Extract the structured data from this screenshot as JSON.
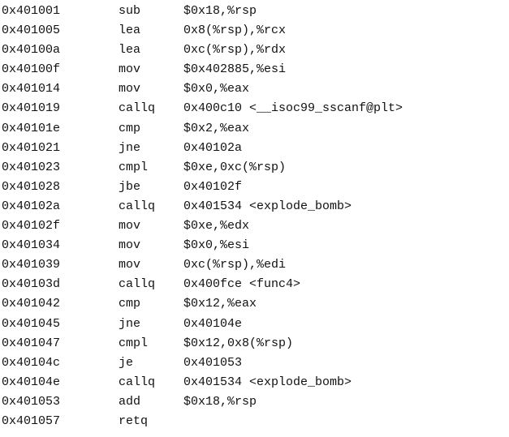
{
  "listing": {
    "rows": [
      {
        "address": "0x401001",
        "mnemonic": "sub",
        "operands": "$0x18,%rsp"
      },
      {
        "address": "0x401005",
        "mnemonic": "lea",
        "operands": "0x8(%rsp),%rcx"
      },
      {
        "address": "0x40100a",
        "mnemonic": "lea",
        "operands": "0xc(%rsp),%rdx"
      },
      {
        "address": "0x40100f",
        "mnemonic": "mov",
        "operands": "$0x402885,%esi"
      },
      {
        "address": "0x401014",
        "mnemonic": "mov",
        "operands": "$0x0,%eax"
      },
      {
        "address": "0x401019",
        "mnemonic": "callq",
        "operands": "0x400c10 <__isoc99_sscanf@plt>"
      },
      {
        "address": "0x40101e",
        "mnemonic": "cmp",
        "operands": "$0x2,%eax"
      },
      {
        "address": "0x401021",
        "mnemonic": "jne",
        "operands": "0x40102a"
      },
      {
        "address": "0x401023",
        "mnemonic": "cmpl",
        "operands": "$0xe,0xc(%rsp)"
      },
      {
        "address": "0x401028",
        "mnemonic": "jbe",
        "operands": "0x40102f"
      },
      {
        "address": "0x40102a",
        "mnemonic": "callq",
        "operands": "0x401534 <explode_bomb>"
      },
      {
        "address": "0x40102f",
        "mnemonic": "mov",
        "operands": "$0xe,%edx"
      },
      {
        "address": "0x401034",
        "mnemonic": "mov",
        "operands": "$0x0,%esi"
      },
      {
        "address": "0x401039",
        "mnemonic": "mov",
        "operands": "0xc(%rsp),%edi"
      },
      {
        "address": "0x40103d",
        "mnemonic": "callq",
        "operands": "0x400fce <func4>"
      },
      {
        "address": "0x401042",
        "mnemonic": "cmp",
        "operands": "$0x12,%eax"
      },
      {
        "address": "0x401045",
        "mnemonic": "jne",
        "operands": "0x40104e"
      },
      {
        "address": "0x401047",
        "mnemonic": "cmpl",
        "operands": "$0x12,0x8(%rsp)"
      },
      {
        "address": "0x40104c",
        "mnemonic": "je",
        "operands": "0x401053"
      },
      {
        "address": "0x40104e",
        "mnemonic": "callq",
        "operands": "0x401534 <explode_bomb>"
      },
      {
        "address": "0x401053",
        "mnemonic": "add",
        "operands": "$0x18,%rsp"
      },
      {
        "address": "0x401057",
        "mnemonic": "retq",
        "operands": ""
      }
    ]
  }
}
